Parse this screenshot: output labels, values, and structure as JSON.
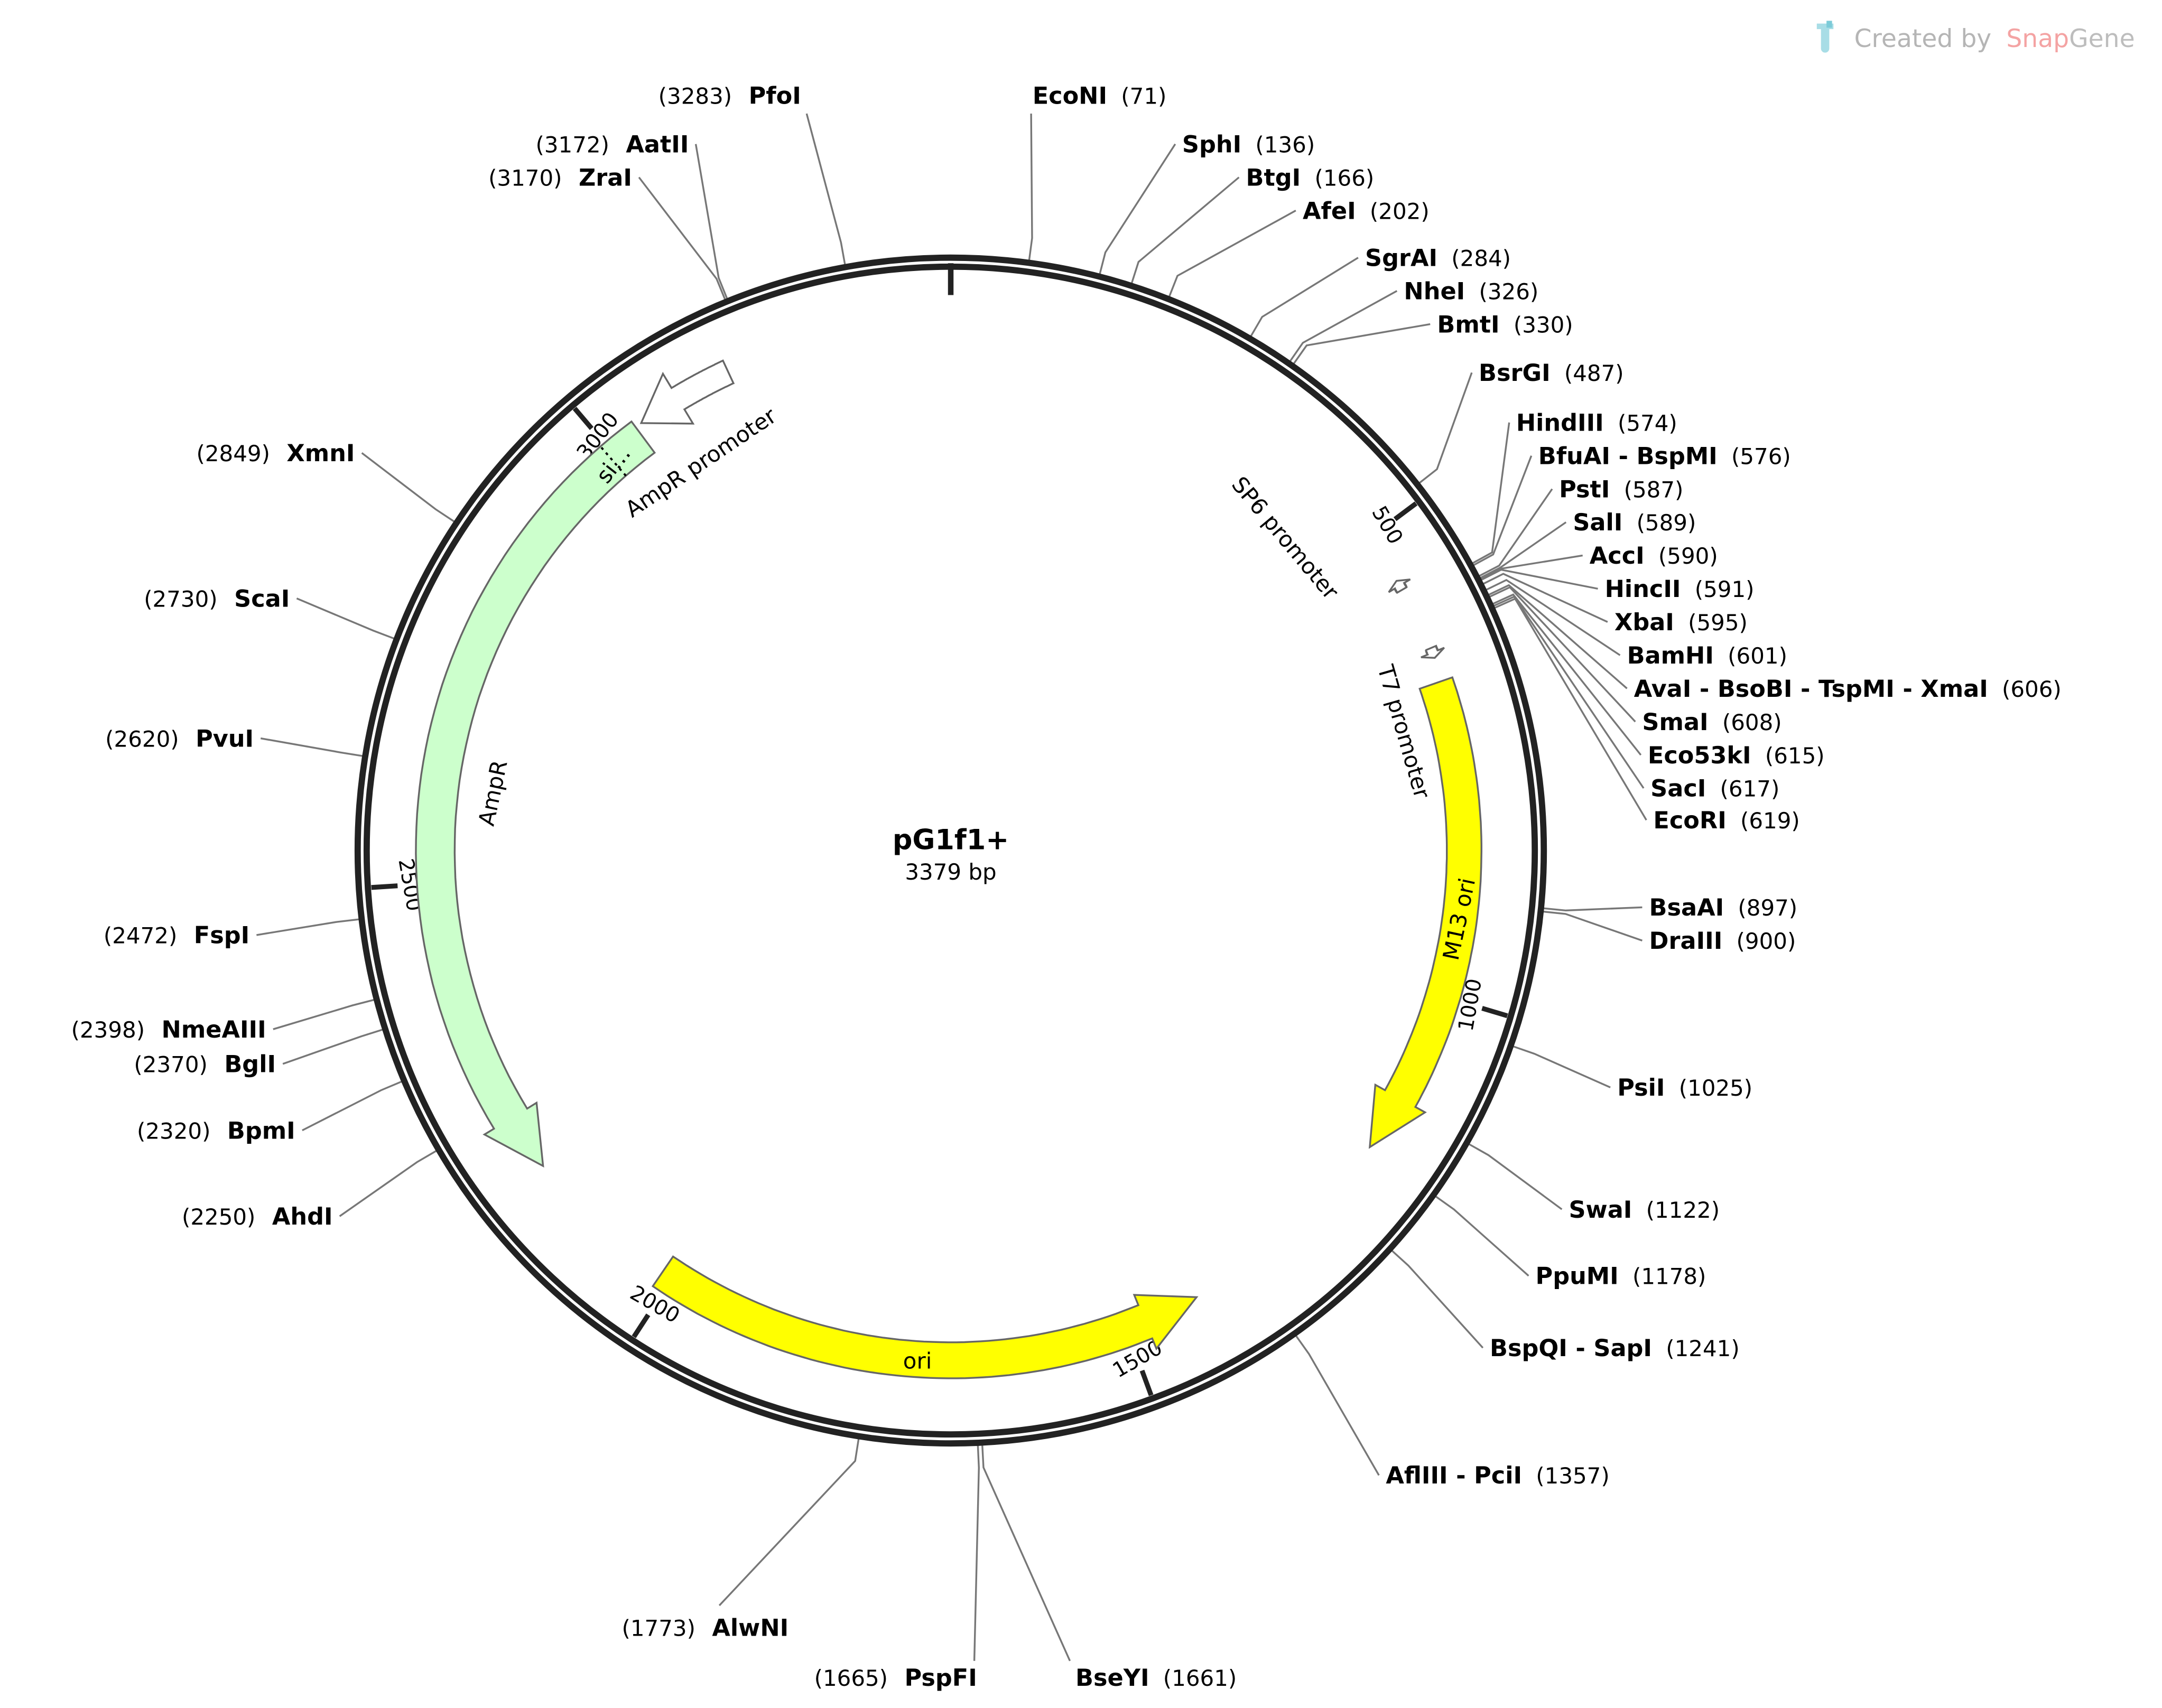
{
  "plasmid": {
    "name": "pG1f1+",
    "length_label": "3379 bp",
    "length": 3379
  },
  "watermark": {
    "prefix": "Created by",
    "brand_a": "Snap",
    "brand_b": "Gene"
  },
  "colors": {
    "backbone": "#222222",
    "ampr": "#ccffcc",
    "ori": "#ffff00",
    "promoter": "#ffffff",
    "outline": "#666666",
    "brand": "#f4a3a3"
  },
  "ticks": [
    {
      "pos": 500,
      "label": "500"
    },
    {
      "pos": 1000,
      "label": "1000"
    },
    {
      "pos": 1500,
      "label": "1500"
    },
    {
      "pos": 2000,
      "label": "2000"
    },
    {
      "pos": 2500,
      "label": "2500"
    },
    {
      "pos": 3000,
      "label": "3000"
    }
  ],
  "features": [
    {
      "id": "ampr",
      "label": "AmpR",
      "start": 3035,
      "end": 2180,
      "color": "#ccffcc"
    },
    {
      "id": "signal",
      "label": "si…",
      "start": 3035,
      "end": 2995,
      "color": "#ccffcc"
    },
    {
      "id": "ampr-promoter",
      "label": "AmpR promoter",
      "start": 3145,
      "end": 3042,
      "color": "#ffffff"
    },
    {
      "id": "ori",
      "label": "ori",
      "start": 2012,
      "end": 1419,
      "color": "#ffff00"
    },
    {
      "id": "m13-ori",
      "label": "M13 ori",
      "start": 666,
      "end": 1176,
      "color": "#ffff00"
    },
    {
      "id": "sp6-promoter",
      "label": "SP6 promoter",
      "start": 563,
      "end": 552,
      "color": "#ffffff"
    },
    {
      "id": "t7-promoter",
      "label": "T7 promoter",
      "start": 630,
      "end": 641,
      "color": "#ffffff"
    }
  ],
  "enzymes": [
    {
      "name": "EcoNI",
      "pos": 71,
      "pos_label": "(71)"
    },
    {
      "name": "SphI",
      "pos": 136,
      "pos_label": "(136)"
    },
    {
      "name": "BtgI",
      "pos": 166,
      "pos_label": "(166)"
    },
    {
      "name": "AfeI",
      "pos": 202,
      "pos_label": "(202)"
    },
    {
      "name": "SgrAI",
      "pos": 284,
      "pos_label": "(284)"
    },
    {
      "name": "NheI",
      "pos": 326,
      "pos_label": "(326)"
    },
    {
      "name": "BmtI",
      "pos": 330,
      "pos_label": "(330)"
    },
    {
      "name": "BsrGI",
      "pos": 487,
      "pos_label": "(487)"
    },
    {
      "name": "HindIII",
      "pos": 574,
      "pos_label": "(574)"
    },
    {
      "name": "BfuAI - BspMI",
      "pos": 576,
      "pos_label": "(576)"
    },
    {
      "name": "PstI",
      "pos": 587,
      "pos_label": "(587)"
    },
    {
      "name": "SalI",
      "pos": 589,
      "pos_label": "(589)"
    },
    {
      "name": "AccI",
      "pos": 590,
      "pos_label": "(590)"
    },
    {
      "name": "HincII",
      "pos": 591,
      "pos_label": "(591)"
    },
    {
      "name": "XbaI",
      "pos": 595,
      "pos_label": "(595)"
    },
    {
      "name": "BamHI",
      "pos": 601,
      "pos_label": "(601)"
    },
    {
      "name": "AvaI - BsoBI - TspMI - XmaI",
      "pos": 606,
      "pos_label": "(606)"
    },
    {
      "name": "SmaI",
      "pos": 608,
      "pos_label": "(608)"
    },
    {
      "name": "Eco53kI",
      "pos": 615,
      "pos_label": "(615)"
    },
    {
      "name": "SacI",
      "pos": 617,
      "pos_label": "(617)"
    },
    {
      "name": "EcoRI",
      "pos": 619,
      "pos_label": "(619)"
    },
    {
      "name": "BsaAI",
      "pos": 897,
      "pos_label": "(897)"
    },
    {
      "name": "DraIII",
      "pos": 900,
      "pos_label": "(900)"
    },
    {
      "name": "PsiI",
      "pos": 1025,
      "pos_label": "(1025)"
    },
    {
      "name": "SwaI",
      "pos": 1122,
      "pos_label": "(1122)"
    },
    {
      "name": "PpuMI",
      "pos": 1178,
      "pos_label": "(1178)"
    },
    {
      "name": "BspQI - SapI",
      "pos": 1241,
      "pos_label": "(1241)"
    },
    {
      "name": "AflIII - PciI",
      "pos": 1357,
      "pos_label": "(1357)"
    },
    {
      "name": "BseYI",
      "pos": 1661,
      "pos_label": "(1661)"
    },
    {
      "name": "PspFI",
      "pos": 1665,
      "pos_label": "(1665)"
    },
    {
      "name": "AlwNI",
      "pos": 1773,
      "pos_label": "(1773)"
    },
    {
      "name": "AhdI",
      "pos": 2250,
      "pos_label": "(2250)"
    },
    {
      "name": "BpmI",
      "pos": 2320,
      "pos_label": "(2320)"
    },
    {
      "name": "BglI",
      "pos": 2370,
      "pos_label": "(2370)"
    },
    {
      "name": "NmeAIII",
      "pos": 2398,
      "pos_label": "(2398)"
    },
    {
      "name": "FspI",
      "pos": 2472,
      "pos_label": "(2472)"
    },
    {
      "name": "PvuI",
      "pos": 2620,
      "pos_label": "(2620)"
    },
    {
      "name": "ScaI",
      "pos": 2730,
      "pos_label": "(2730)"
    },
    {
      "name": "XmnI",
      "pos": 2849,
      "pos_label": "(2849)"
    },
    {
      "name": "ZraI",
      "pos": 3170,
      "pos_label": "(3170)"
    },
    {
      "name": "AatII",
      "pos": 3172,
      "pos_label": "(3172)"
    },
    {
      "name": "PfoI",
      "pos": 3283,
      "pos_label": "(3283)"
    }
  ]
}
